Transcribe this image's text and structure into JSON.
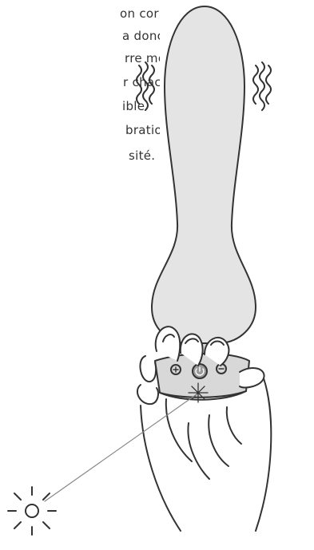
{
  "text_lines": [
    "on correspond",
    "a donc facile",
    "rre mode",
    "r chacun",
    "ible",
    "brations",
    "sité."
  ],
  "icons": {
    "vibration_left": "vibration-wave-icon",
    "vibration_right": "vibration-wave-icon",
    "plus_button": "plus-icon",
    "power_button": "power-icon",
    "minus_button": "minus-icon",
    "sensor_flash": "starburst-icon",
    "remote_light": "sun-icon"
  },
  "colors": {
    "ink": "#333333",
    "device_fill": "#e4e4e4",
    "base_fill": "#d8d8d8",
    "power_fill": "#9a9a9a"
  }
}
